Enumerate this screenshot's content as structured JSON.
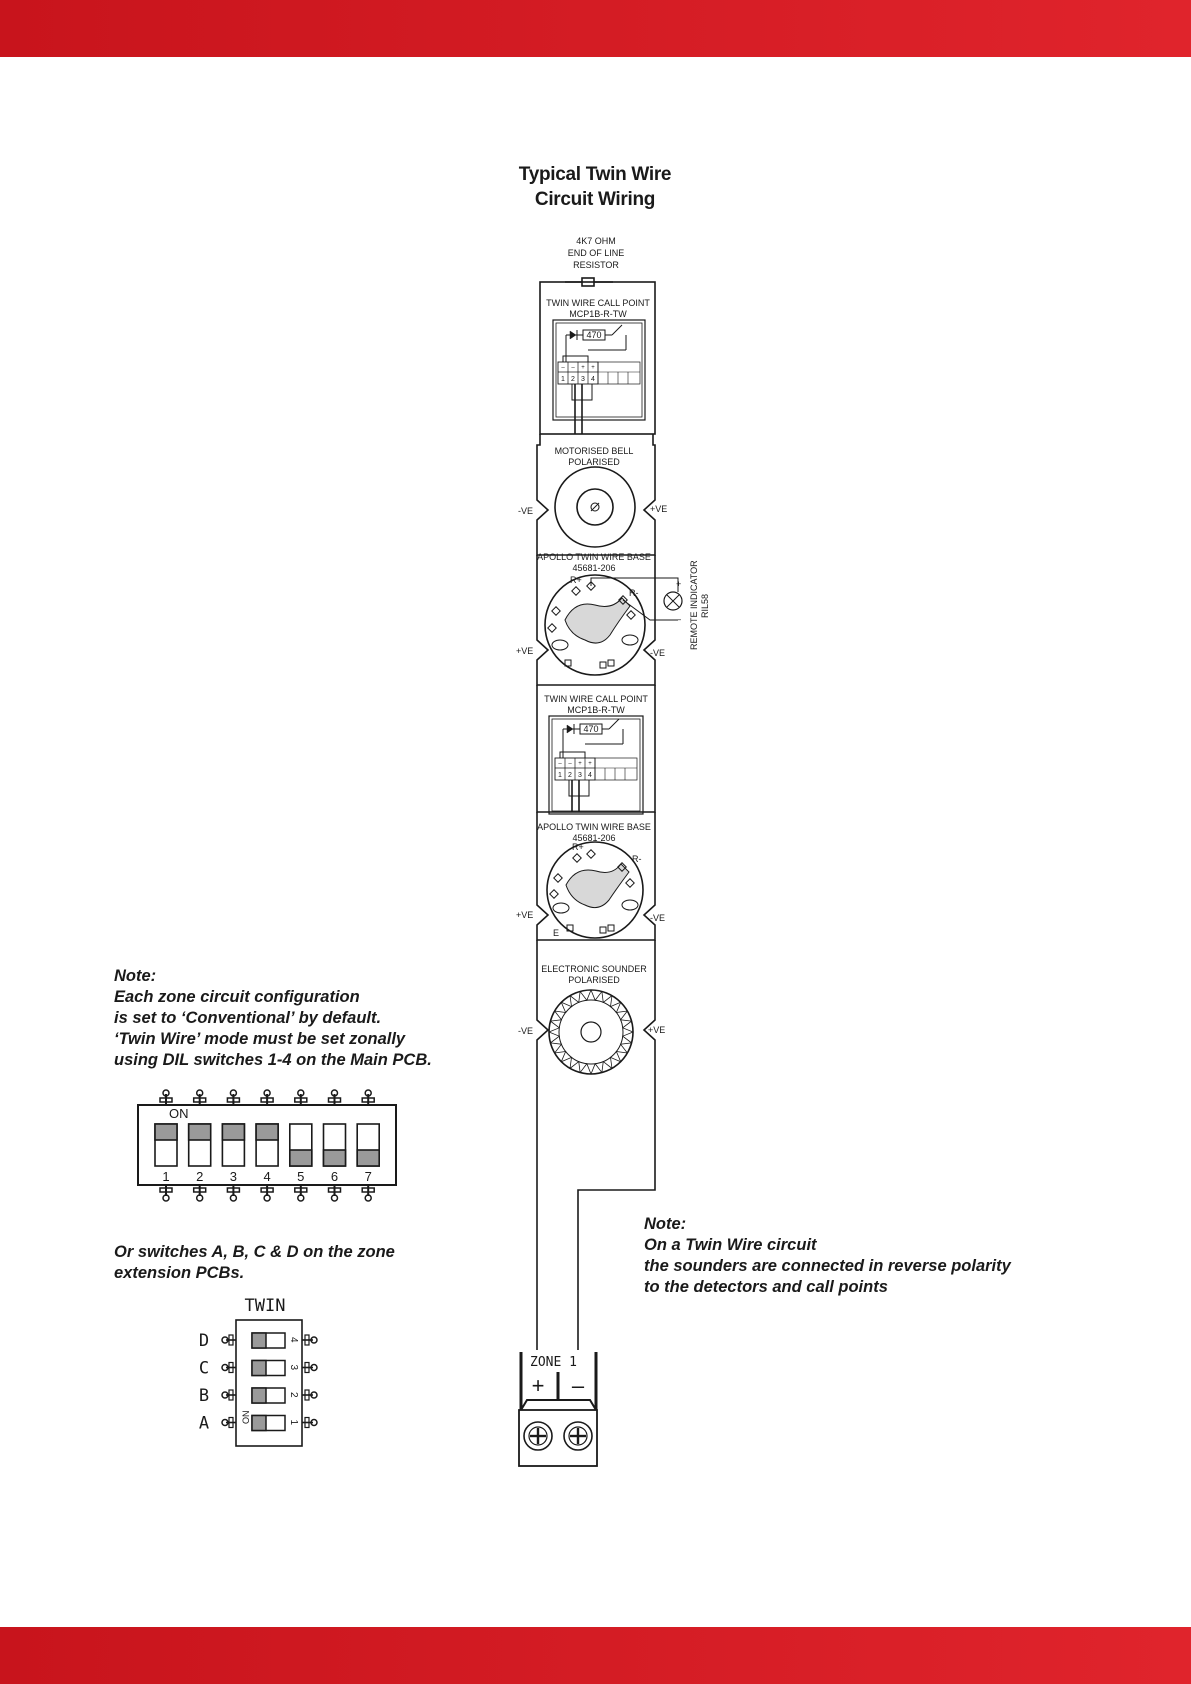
{
  "colors": {
    "band": "#c8141c",
    "band_light": "#e0242c",
    "ink": "#1a1a1a",
    "switch_fill": "#9a9a9a"
  },
  "title": {
    "line1": "Typical Twin Wire",
    "line2": "Circuit Wiring"
  },
  "resistor": {
    "line1": "4K7 OHM",
    "line2": "END OF LINE",
    "line3": "RESISTOR"
  },
  "call_point": {
    "line1": "TWIN WIRE CALL POINT",
    "line2": "MCP1B-R-TW",
    "resistor_value": "470",
    "terminals": [
      "1",
      "2",
      "3",
      "4"
    ],
    "signs": [
      "–",
      "–",
      "+",
      "+"
    ]
  },
  "bell": {
    "line1": "MOTORISED BELL",
    "line2": "POLARISED"
  },
  "base": {
    "line1": "APOLLO TWIN WIRE BASE",
    "line2": "45681-206",
    "r_plus": "R+",
    "r_minus": "R-",
    "e": "E"
  },
  "remote_indicator": {
    "line1": "REMOTE INDICATOR",
    "line2": "RIL58",
    "plus": "+",
    "minus": "–"
  },
  "sounder": {
    "line1": "ELECTRONIC SOUNDER",
    "line2": "POLARISED"
  },
  "polarity": {
    "neg": "-VE",
    "pos": "+VE"
  },
  "zone": {
    "label": "ZONE 1",
    "plus": "+",
    "minus": "–"
  },
  "note_left": {
    "heading": "Note:",
    "lines": [
      "Each zone circuit configuration",
      "is set to ‘Conventional’ by default.",
      "‘Twin Wire’ mode must be set zonally",
      "using DIL switches 1-4 on the Main PCB."
    ]
  },
  "dil_main": {
    "on_label": "ON",
    "numbers": [
      "1",
      "2",
      "3",
      "4",
      "5",
      "6",
      "7"
    ],
    "states": [
      "on",
      "on",
      "on",
      "on",
      "off",
      "off",
      "off"
    ]
  },
  "note_ext": {
    "lines": [
      "Or switches A, B, C & D on the zone",
      "extension PCBs."
    ]
  },
  "dil_ext": {
    "title": "TWIN",
    "on_label": "ON",
    "letters": [
      "D",
      "C",
      "B",
      "A"
    ],
    "numbers": [
      "4",
      "3",
      "2",
      "1"
    ]
  },
  "note_right": {
    "heading": "Note:",
    "lines": [
      "On a Twin Wire circuit",
      "the sounders are connected in reverse polarity",
      "to the detectors and call points"
    ]
  }
}
